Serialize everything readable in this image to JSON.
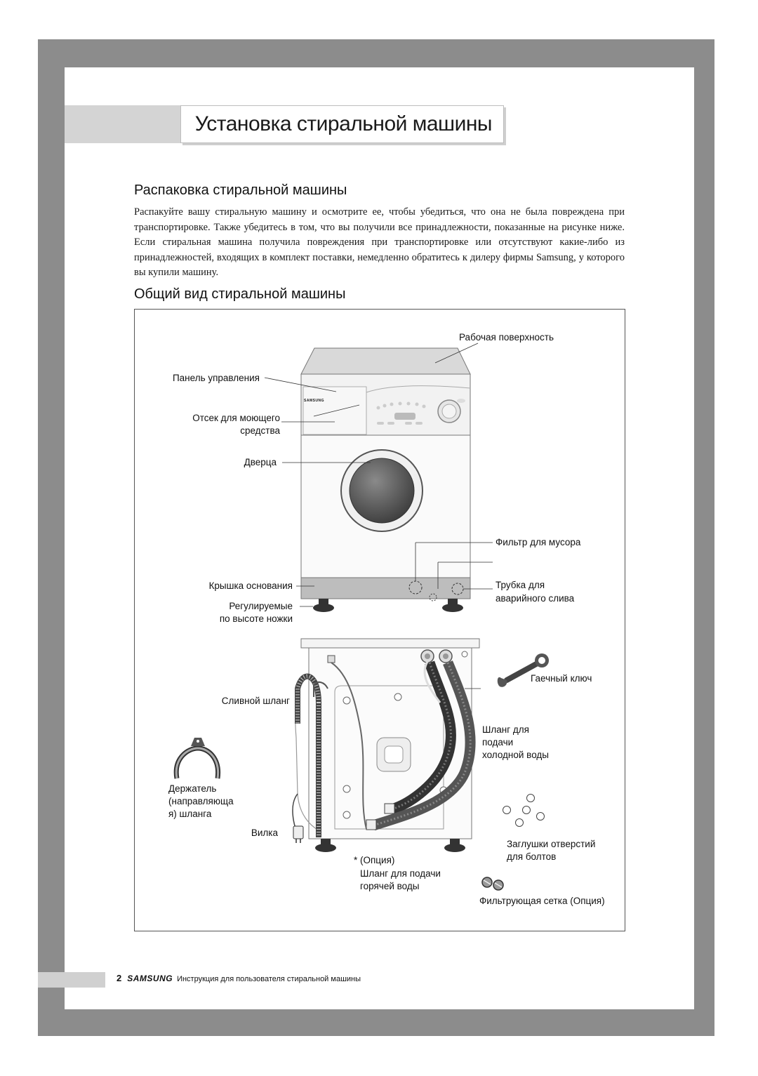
{
  "header": {
    "title": "Установка стиральной машины"
  },
  "unpacking": {
    "heading": "Распаковка стиральной машины",
    "text": "Распакуйте вашу стиральную машину и осмотрите ее, чтобы убедиться, что она не была повреждена при транспортировке. Также убедитесь в том, что вы получили все принадлежности, показанные на рисунке ниже. Если стиральная машина получила повреждения при транспортировке или отсутствуют какие-либо из принадлежностей, входящих в комплект поставки, немедленно обратитесь к дилеру фирмы Samsung, у которого вы купили машину."
  },
  "overview": {
    "heading": "Общий вид стиральной машины",
    "front_panel_brand": "SAMSUNG",
    "labels": {
      "work_surface": "Рабочая поверхность",
      "control_panel": "Панель управления",
      "detergent_line1": "Отсек для моющего",
      "detergent_line2": "средства",
      "door": "Дверца",
      "debris_filter": "Фильтр для мусора",
      "base_cover": "Крышка основания",
      "emergency_line1": "Трубка для",
      "emergency_line2": "аварийного слива",
      "feet_line1": "Регулируемые",
      "feet_line2": "по высоте ножки",
      "drain_hose": "Сливной шланг",
      "wrench": "Гаечный ключ",
      "cold_line1": "Шланг для",
      "cold_line2": "подачи",
      "cold_line3": "холодной воды",
      "holder_line1": "Держатель",
      "holder_line2": "(направляюща",
      "holder_line3": "я) шланга",
      "plug": "Вилка",
      "bolt_caps_line1": "Заглушки отверстий",
      "bolt_caps_line2": "для болтов",
      "option": "* (Опция)",
      "hot_line1": "Шланг для подачи",
      "hot_line2": "горячей воды",
      "filter_mesh": "Фильтрующая сетка (Опция)"
    }
  },
  "footer": {
    "page_number": "2",
    "brand": "SAMSUNG",
    "text": "Инструкция для пользователя стиральной машины"
  }
}
